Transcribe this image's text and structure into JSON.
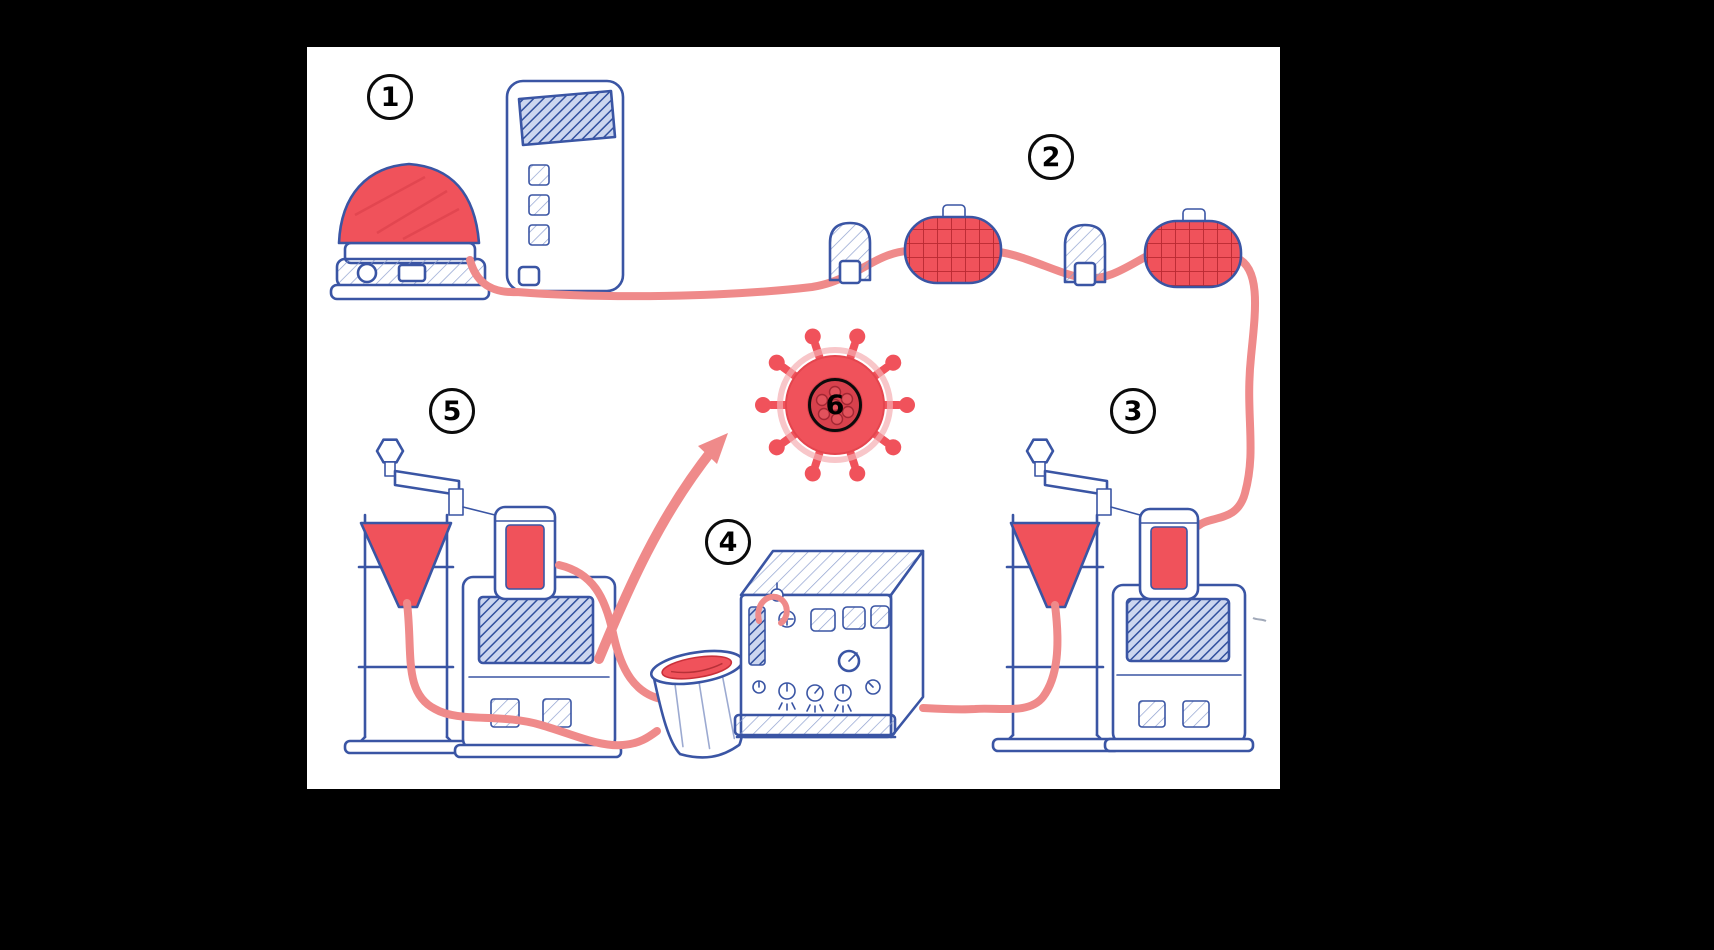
{
  "diagram": {
    "badges": [
      {
        "label": "1"
      },
      {
        "label": "2"
      },
      {
        "label": "3"
      },
      {
        "label": "4"
      },
      {
        "label": "5"
      },
      {
        "label": "6"
      }
    ],
    "colors": {
      "bg": "#000000",
      "canvas": "#ffffff",
      "blue": "#3a55a4",
      "red": "#f0525b",
      "tube": "#ef8a8a"
    }
  }
}
